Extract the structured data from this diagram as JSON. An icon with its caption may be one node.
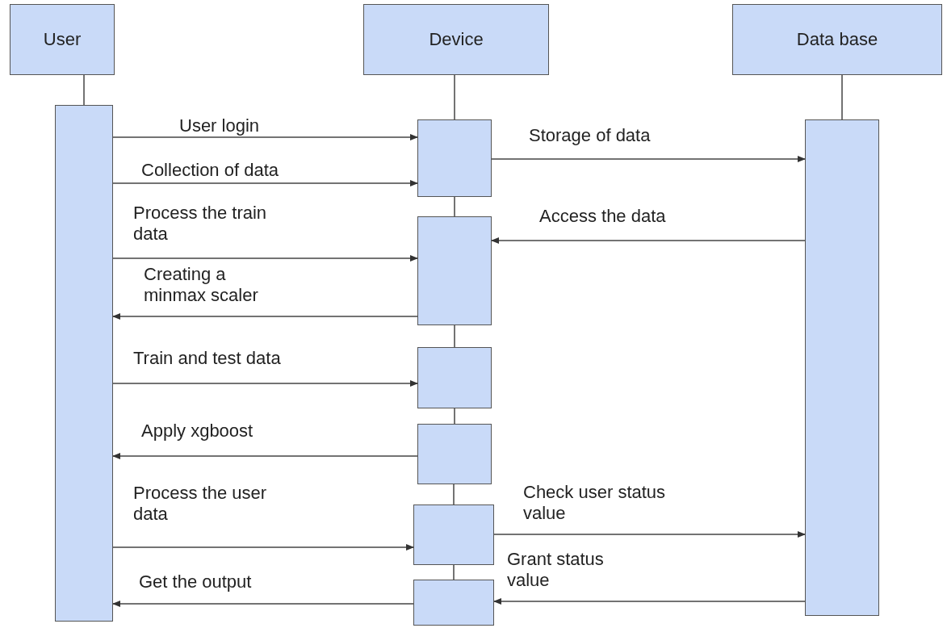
{
  "diagram": {
    "nodes": [
      {
        "text": [
          "User"
        ]
      },
      {
        "text": [
          "Device"
        ]
      },
      {
        "text": [
          "Data base"
        ]
      },
      {
        "text": [],
        "shape": "box"
      },
      {
        "text": [],
        "shape": "box"
      },
      {
        "text": [],
        "shape": "box"
      },
      {
        "text": [],
        "shape": "box"
      },
      {
        "text": [],
        "shape": "box"
      },
      {
        "text": [],
        "shape": "box"
      },
      {
        "text": [],
        "shape": "box"
      },
      {
        "text": [],
        "shape": "box"
      }
    ],
    "edges": [
      {
        "from": 0,
        "to": 3,
        "arrow": "none"
      },
      {
        "from": 1,
        "to": 4,
        "arrow": "none"
      },
      {
        "from": 4,
        "to": 5,
        "arrow": "none"
      },
      {
        "from": 5,
        "to": 6,
        "arrow": "none"
      },
      {
        "from": 6,
        "to": 7,
        "arrow": "none"
      },
      {
        "from": 7,
        "to": 8,
        "arrow": "none"
      },
      {
        "from": 8,
        "to": 9,
        "arrow": "none"
      },
      {
        "from": 2,
        "to": 10,
        "arrow": "none"
      },
      {
        "from": 3,
        "to": 4,
        "arrow": "to",
        "label": "User login"
      },
      {
        "from": 3,
        "to": 4,
        "arrow": "to",
        "label": "Collection of data"
      },
      {
        "from": 4,
        "to": 10,
        "arrow": "to",
        "label": "Storage of data"
      },
      {
        "from": 10,
        "to": 5,
        "arrow": "to",
        "label": "Access the data"
      },
      {
        "from": 3,
        "to": 5,
        "arrow": "to",
        "label": "Process the train data"
      },
      {
        "from": 5,
        "to": 3,
        "arrow": "to",
        "label": "Creating a minmax scaler"
      },
      {
        "from": 3,
        "to": 6,
        "arrow": "to",
        "label": "Train and test data"
      },
      {
        "from": 7,
        "to": 3,
        "arrow": "to",
        "label": "Apply xgboost"
      },
      {
        "from": 8,
        "to": 10,
        "arrow": "to",
        "label": "Check user status value"
      },
      {
        "from": 3,
        "to": 8,
        "arrow": "to",
        "label": "Process the user data"
      },
      {
        "from": 10,
        "to": 9,
        "arrow": "to",
        "label": "Grant status value"
      },
      {
        "from": 9,
        "to": 3,
        "arrow": "to",
        "label": "Get the output"
      }
    ]
  }
}
